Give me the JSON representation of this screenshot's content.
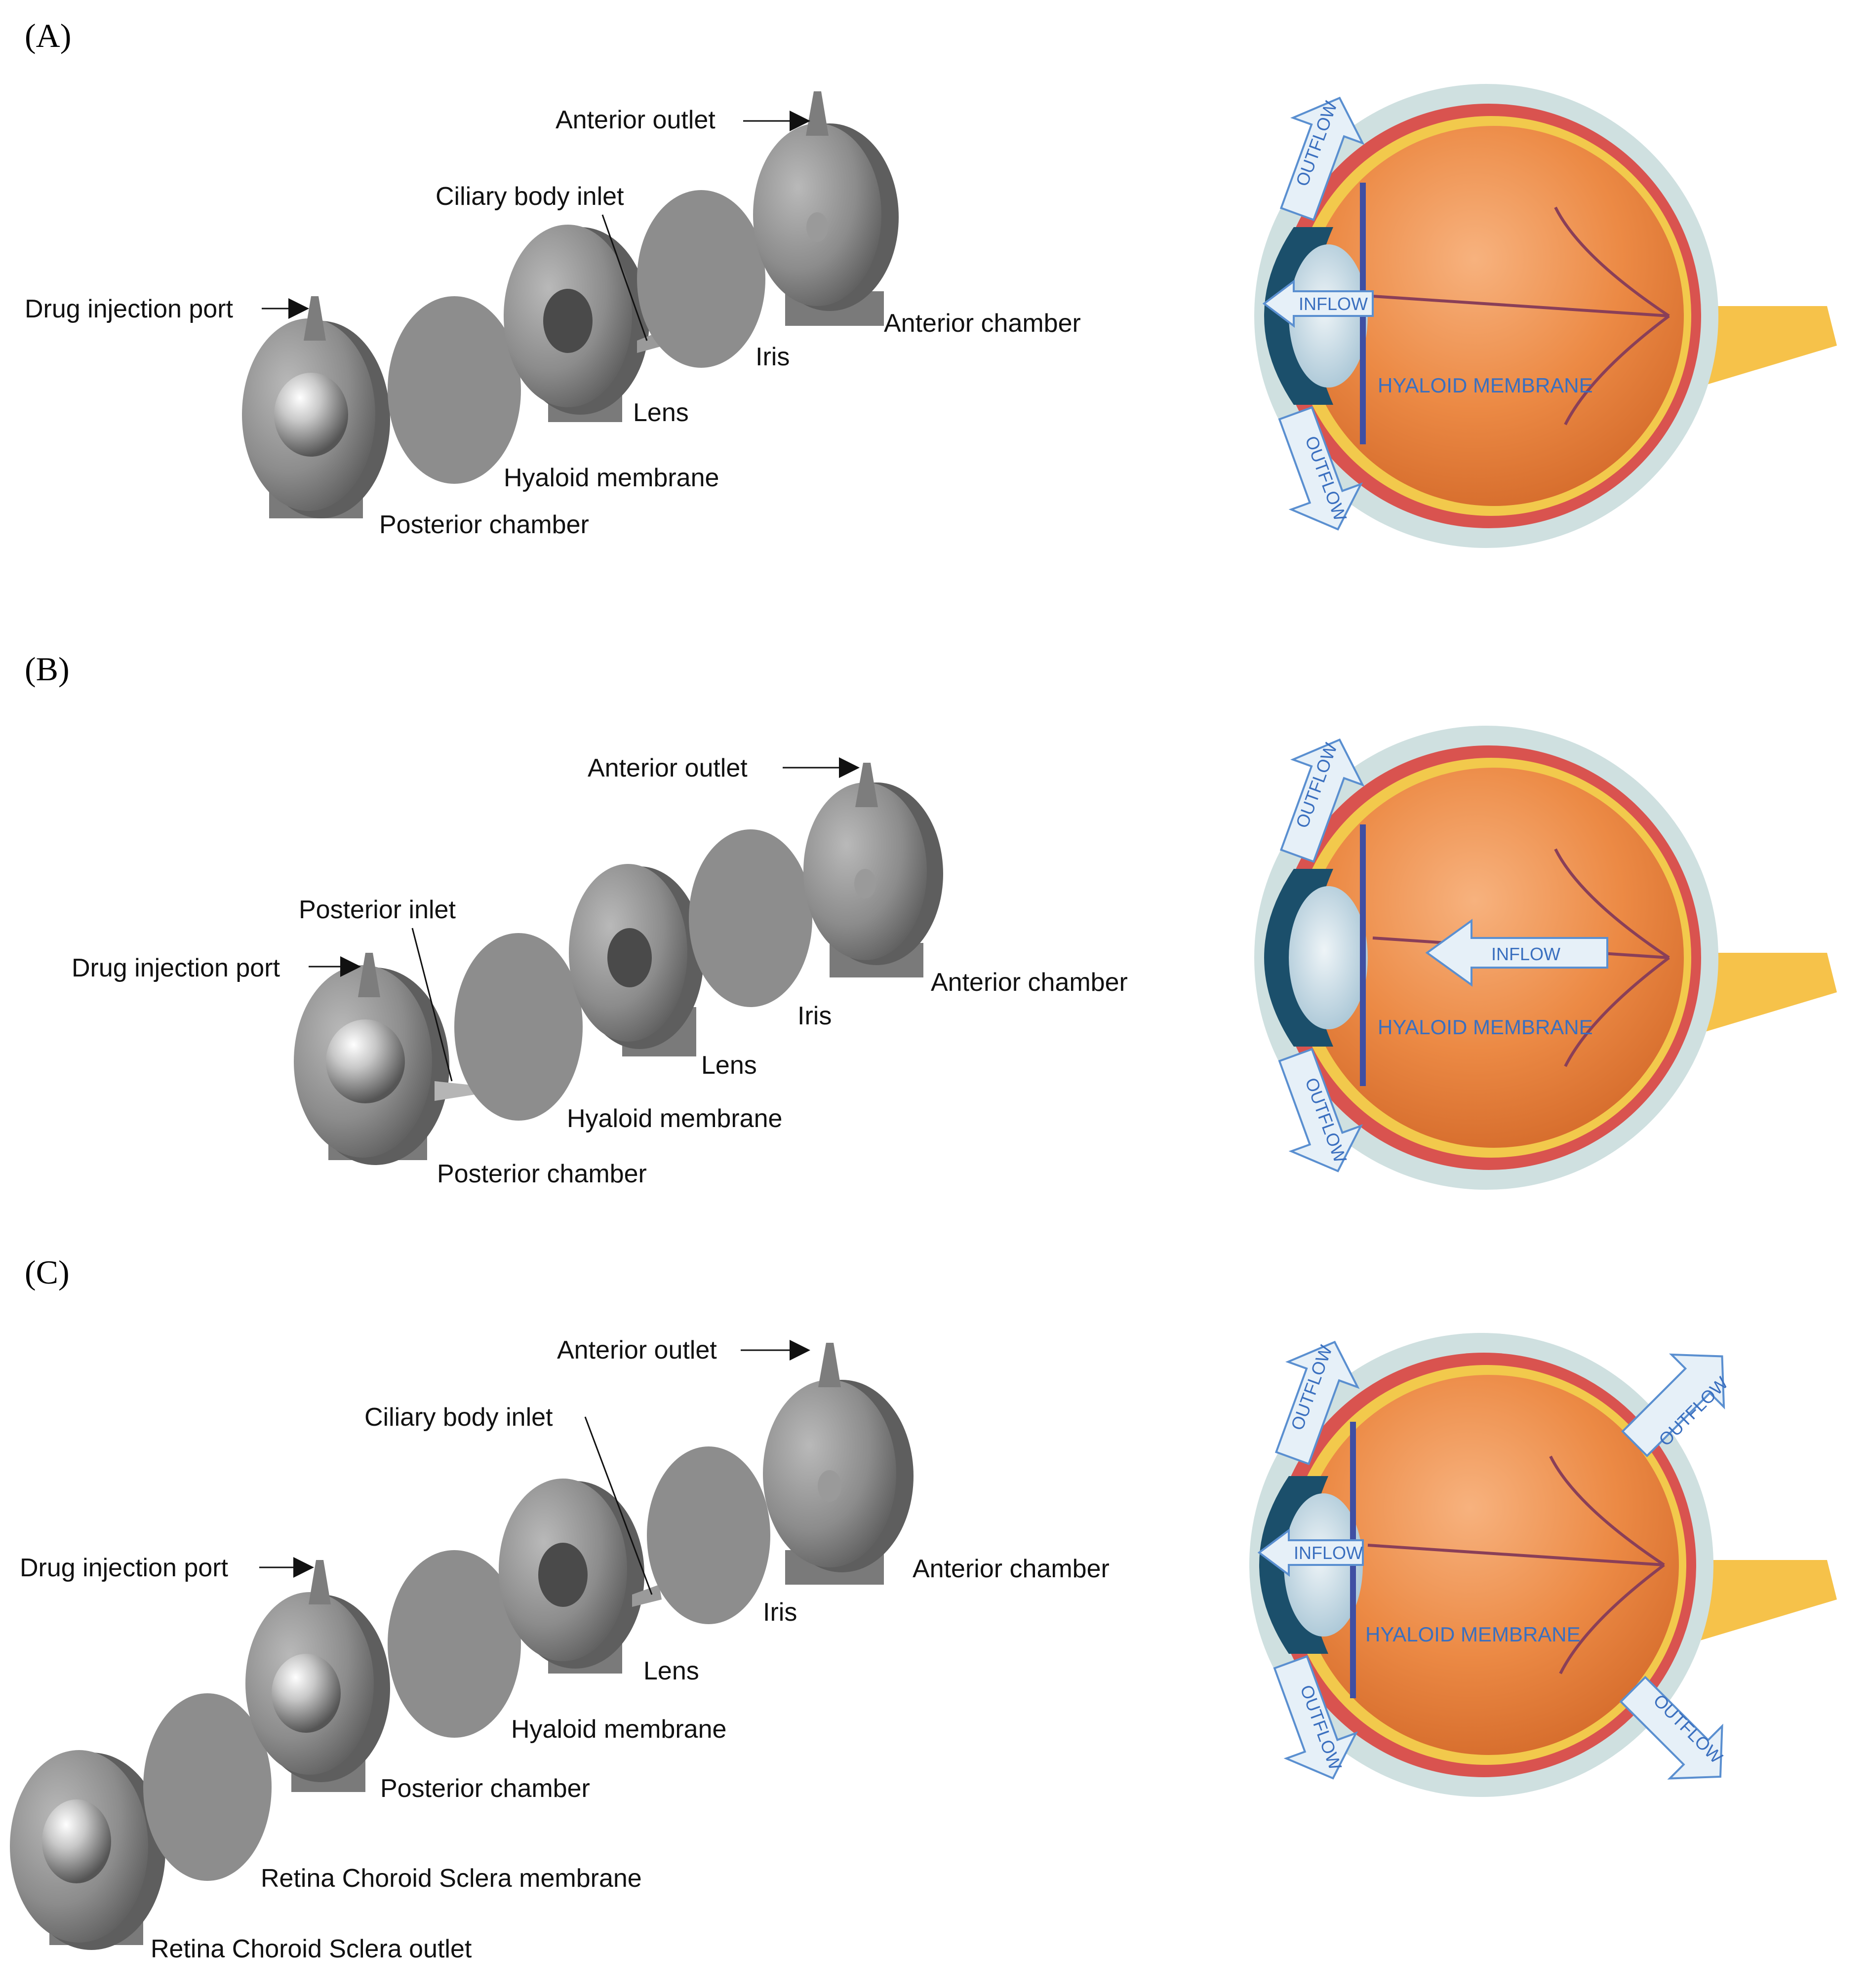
{
  "panels": [
    {
      "id": "A",
      "panel_label": "(A)",
      "callouts": {
        "anterior_outlet": "Anterior outlet",
        "ciliary_body_inlet": "Ciliary body inlet",
        "drug_injection_port": "Drug injection port",
        "anterior_chamber": "Anterior chamber",
        "iris": "Iris",
        "lens": "Lens",
        "hyaloid_membrane": "Hyaloid membrane",
        "posterior_chamber": "Posterior chamber"
      },
      "eye": {
        "outflow_top": "OUTFLOW",
        "inflow": "INFLOW",
        "outflow_bottom": "OUTFLOW",
        "hyaloid": "HYALOID MEMBRANE"
      }
    },
    {
      "id": "B",
      "panel_label": "(B)",
      "callouts": {
        "anterior_outlet": "Anterior outlet",
        "posterior_inlet": "Posterior inlet",
        "drug_injection_port": "Drug injection port",
        "anterior_chamber": "Anterior chamber",
        "iris": "Iris",
        "lens": "Lens",
        "hyaloid_membrane": "Hyaloid membrane",
        "posterior_chamber": "Posterior chamber"
      },
      "eye": {
        "outflow_top": "OUTFLOW",
        "inflow": "INFLOW",
        "outflow_bottom": "OUTFLOW",
        "hyaloid": "HYALOID MEMBRANE"
      }
    },
    {
      "id": "C",
      "panel_label": "(C)",
      "callouts": {
        "anterior_outlet": "Anterior outlet",
        "ciliary_body_inlet": "Ciliary body inlet",
        "drug_injection_port": "Drug injection port",
        "anterior_chamber": "Anterior chamber",
        "iris": "Iris",
        "lens": "Lens",
        "hyaloid_membrane": "Hyaloid membrane",
        "posterior_chamber": "Posterior chamber",
        "rcs_membrane": "Retina Choroid Sclera membrane",
        "rcs_outlet": "Retina Choroid Sclera outlet"
      },
      "eye": {
        "outflow_top": "OUTFLOW",
        "inflow": "INFLOW",
        "outflow_bottom": "OUTFLOW",
        "outflow_back_top": "OUTFLOW",
        "outflow_back_bottom": "OUTFLOW",
        "hyaloid": "HYALOID MEMBRANE"
      }
    }
  ],
  "colors": {
    "component_gray": "#8a8a8a",
    "eye_orange": "#e8813a",
    "sclera": "#cfe0e0",
    "flow_text": "#3a6fbf",
    "membrane_line": "#3f4fa3"
  }
}
